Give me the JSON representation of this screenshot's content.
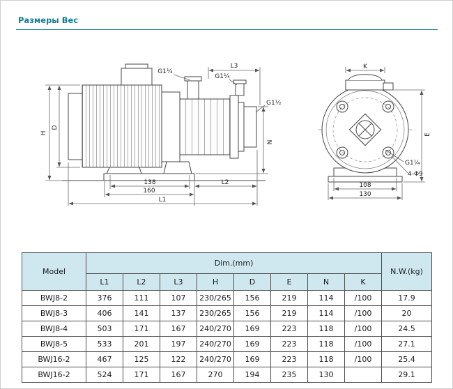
{
  "colors": {
    "accent": "#0f7e92",
    "table_header_bg": "#cfe8f0",
    "table_border": "#4d4d4d"
  },
  "page": {
    "title": "Размеры Вес"
  },
  "drawing": {
    "side_view": {
      "port_label_1": "G1¼",
      "l3_label": "L3",
      "port_label_2": "G1¼",
      "port_label_3": "G1½",
      "h_label": "H",
      "d_label": "D",
      "n_label": "N",
      "base_width_inner": "138",
      "base_width_outer": "160",
      "l2_label": "L2",
      "l1_label": "L1"
    },
    "front_view": {
      "k_label": "K",
      "e_label": "E",
      "port_label": "G1¼",
      "bolt_holes_label": "4-Φ9",
      "base_width_inner": "108",
      "base_width_outer": "130"
    }
  },
  "table": {
    "header": {
      "model": "Model",
      "dim_group": "Dim.(mm)",
      "nw": "N.W.(kg)",
      "columns": [
        "L1",
        "L2",
        "L3",
        "H",
        "D",
        "E",
        "N",
        "K"
      ]
    },
    "rows": [
      {
        "model": "BWJ8-2",
        "values": [
          "376",
          "111",
          "107",
          "230/265",
          "156",
          "219",
          "114",
          "/100"
        ],
        "nw": "17.9"
      },
      {
        "model": "BWJ8-3",
        "values": [
          "406",
          "141",
          "137",
          "230/265",
          "156",
          "219",
          "114",
          "/100"
        ],
        "nw": "20"
      },
      {
        "model": "BWJ8-4",
        "values": [
          "503",
          "171",
          "167",
          "240/270",
          "169",
          "223",
          "118",
          "/100"
        ],
        "nw": "24.5"
      },
      {
        "model": "BWJ8-5",
        "values": [
          "533",
          "201",
          "197",
          "240/270",
          "169",
          "223",
          "118",
          "/100"
        ],
        "nw": "27.1"
      },
      {
        "model": "BWJ16-2",
        "values": [
          "467",
          "125",
          "122",
          "240/270",
          "169",
          "223",
          "118",
          "/100"
        ],
        "nw": "25.4"
      },
      {
        "model": "BWJ16-2",
        "values": [
          "524",
          "171",
          "167",
          "270",
          "194",
          "235",
          "130",
          ""
        ],
        "nw": "29.1"
      }
    ]
  }
}
